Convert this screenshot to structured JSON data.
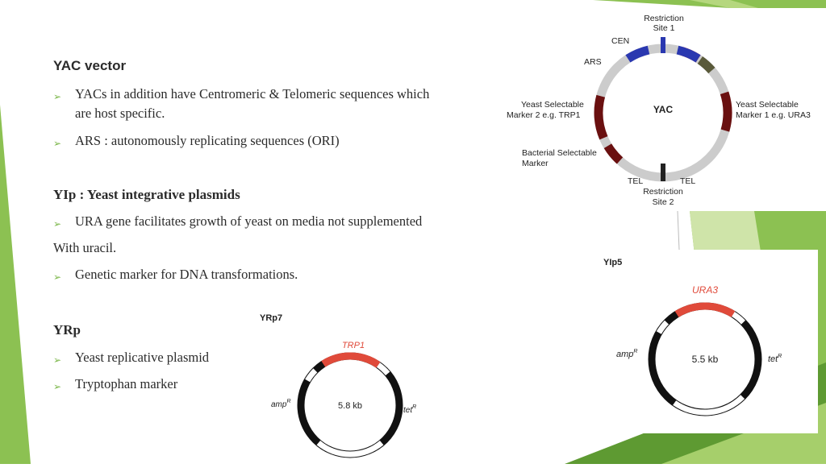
{
  "slide": {
    "yac_heading": "YAC vector",
    "yac_bullets": [
      "YACs in addition have Centromeric & Telomeric sequences which",
      "are host specific.",
      "ARS : autonomously replicating sequences (ORI)"
    ],
    "yip_heading": "YIp : Yeast integrative plasmids",
    "yip_bullet_1": "URA gene facilitates growth of yeast on media not supplemented",
    "yip_continuation": "With uracil.",
    "yip_bullet_2": "Genetic marker for DNA transformations.",
    "yrp_heading": "YRp",
    "yrp_bullets": [
      "Yeast replicative plasmid",
      "Tryptophan marker"
    ],
    "bullet_glyph": "➢"
  },
  "yac_diagram": {
    "center_label": "YAC",
    "restriction_site_1": [
      "Restriction",
      "Site 1"
    ],
    "cen": "CEN",
    "ars": "ARS",
    "marker_1": [
      "Yeast Selectable",
      "Marker 1 e.g. URA3"
    ],
    "marker_2": [
      "Yeast Selectable",
      "Marker 2 e.g. TRP1"
    ],
    "bacterial_marker": [
      "Bacterial Selectable",
      "Marker"
    ],
    "tel_left": "TEL",
    "tel_right": "TEL",
    "restriction_site_2": [
      "Restriction",
      "Site 2"
    ]
  },
  "yip5": {
    "title": "YIp5",
    "marker": "URA3",
    "size": "5.5 kb",
    "amp": "amp",
    "tet": "tet",
    "resistance_sup": "R"
  },
  "yrp7": {
    "title": "YRp7",
    "marker": "TRP1",
    "size": "5.8 kb",
    "amp": "amp",
    "tet": "tet",
    "resistance_sup": "R"
  },
  "colors": {
    "accent_green": "#7ab648",
    "dark_green": "#5e9a32",
    "ring_gray": "#cccccc",
    "dark_red": "#6a1010",
    "red": "#e03030",
    "blue": "#2a38b0",
    "olive": "#5a5a3a"
  }
}
